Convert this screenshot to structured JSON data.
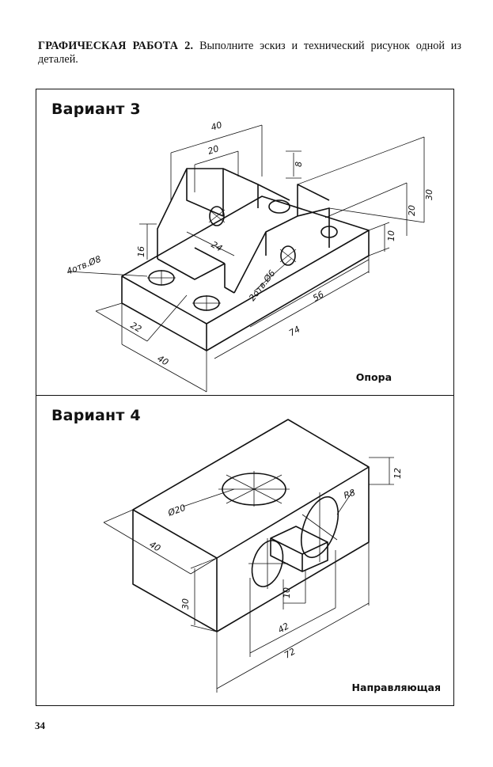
{
  "assignment": {
    "title": "ГРАФИЧЕСКАЯ РАБОТА 2.",
    "text": "Выполните эскиз и технический рисунок одной из деталей."
  },
  "variant3": {
    "title": "Вариант 3",
    "part_name": "Опора",
    "dimensions": {
      "d40_top": "40",
      "d20_top": "20",
      "d8": "8",
      "d30": "30",
      "d20_right": "20",
      "d10": "10",
      "d16": "16",
      "d24": "24",
      "holes4": "4отв.Ø8",
      "holes2": "2отв.Ø6",
      "d56": "56",
      "d74": "74",
      "d22": "22",
      "d40_bottom": "40"
    }
  },
  "variant4": {
    "title": "Вариант 4",
    "part_name": "Направляющая",
    "dimensions": {
      "d20": "Ø20",
      "r8": "R8",
      "d12": "12",
      "d40": "40",
      "d30": "30",
      "d10": "10",
      "d42": "42",
      "d72": "72"
    }
  },
  "page_number": "34"
}
